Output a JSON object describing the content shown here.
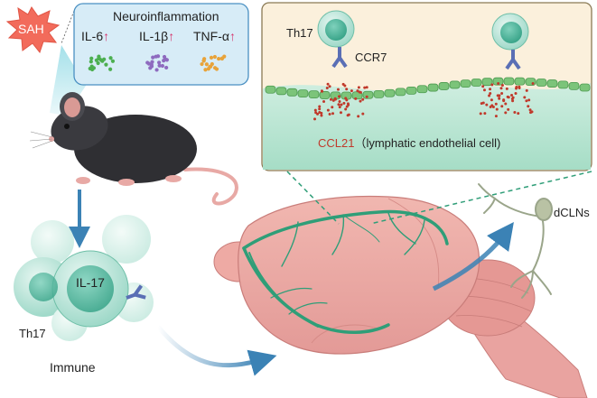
{
  "sah": {
    "label": "SAH",
    "color": "#f26b5b"
  },
  "neuro_panel": {
    "title": "Neuroinflammation",
    "cytokines": [
      {
        "name": "IL-6",
        "arrow": "↑",
        "dot_color": "#4caf50"
      },
      {
        "name": "IL-1β",
        "arrow": "↑",
        "dot_color": "#8e6bbf"
      },
      {
        "name": "TNF-α",
        "arrow": "↑",
        "dot_color": "#e8a33a"
      }
    ]
  },
  "inset": {
    "th17_label": "Th17",
    "receptor_label": "CCR7",
    "ligand_label": "CCL21",
    "ligand_color": "#c0392b",
    "cell_desc": "（lymphatic endothelial cell)"
  },
  "immune": {
    "cell_label": "IL-17",
    "th17_label": "Th17",
    "caption": "Immune"
  },
  "dcln_label": "dCLNs",
  "colors": {
    "panel_bg": "#d7ecf7",
    "panel_border": "#4a90c2",
    "inset_bg": "#fbf0dc",
    "inset_border": "#8a7a55",
    "vessel": "#2f9e78",
    "brain": "#e9a3a0",
    "cell": "#9fd9c9",
    "arrow": "#3b82b5"
  }
}
